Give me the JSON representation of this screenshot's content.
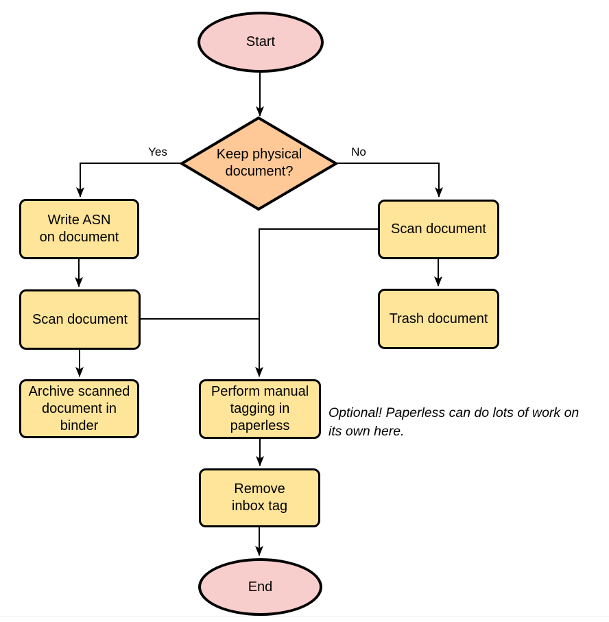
{
  "diagram": {
    "nodes": {
      "start": {
        "label": "Start",
        "type": "terminator"
      },
      "decision": {
        "label": "Keep physical\ndocument?",
        "type": "decision"
      },
      "write_asn": {
        "label": "Write ASN\non document",
        "type": "process"
      },
      "scan_left": {
        "label": "Scan document",
        "type": "process"
      },
      "archive": {
        "label": "Archive scanned\ndocument in\nbinder",
        "type": "process"
      },
      "scan_right": {
        "label": "Scan document",
        "type": "process"
      },
      "trash": {
        "label": "Trash document",
        "type": "process"
      },
      "tagging": {
        "label": "Perform manual\ntagging in\npaperless",
        "type": "process"
      },
      "remove_inbox": {
        "label": "Remove\ninbox tag",
        "type": "process"
      },
      "end": {
        "label": "End",
        "type": "terminator"
      }
    },
    "edges": [
      {
        "from": "start",
        "to": "decision",
        "label": ""
      },
      {
        "from": "decision",
        "to": "write_asn",
        "label": "Yes"
      },
      {
        "from": "decision",
        "to": "scan_right",
        "label": "No"
      },
      {
        "from": "write_asn",
        "to": "scan_left",
        "label": ""
      },
      {
        "from": "scan_left",
        "to": "archive",
        "label": ""
      },
      {
        "from": "scan_right",
        "to": "trash",
        "label": ""
      },
      {
        "from": "scan_right",
        "to": "tagging",
        "label": ""
      },
      {
        "from": "scan_left",
        "to": "tagging",
        "label": ""
      },
      {
        "from": "tagging",
        "to": "remove_inbox",
        "label": ""
      },
      {
        "from": "remove_inbox",
        "to": "end",
        "label": ""
      }
    ],
    "note": "Optional! Paperless can do lots of work on\nits own here.",
    "colors": {
      "terminator_fill": "#f8cecc",
      "decision_fill": "#ffc997",
      "process_fill": "#ffe59a",
      "stroke": "#000000"
    }
  }
}
